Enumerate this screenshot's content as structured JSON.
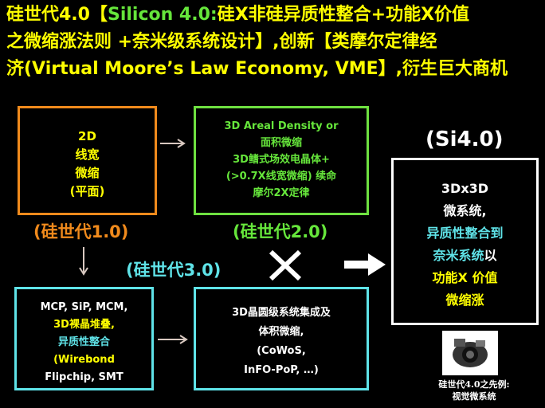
{
  "title": {
    "line1_a": "硅世代4.0【",
    "line1_b": "Silicon 4.0:",
    "line1_c": "硅X非硅异质性整合+功能X价值",
    "line2_a": "之微缩涨法则 +奈米级系统设计】,创新【类摩尔定律经",
    "line3_a": "济(Virtual Moore’s Law Economy, VME】,衍生巨大商机"
  },
  "gen1": {
    "label": "(硅世代1.0)"
  },
  "gen2": {
    "label": "(硅世代2.0)"
  },
  "gen3": {
    "label": "(硅世代3.0)"
  },
  "gen4": {
    "label": "(Si4.0)"
  },
  "box_2d": {
    "lines": [
      "2D",
      "线宽",
      "微缩",
      "(平面)"
    ]
  },
  "box_3d_areal": {
    "lines": [
      "3D Areal Density or",
      "面积微缩",
      "3D鳍式场效电晶体+",
      "(>0.7X线宽微缩) 续命",
      "摩尔2X定律"
    ]
  },
  "box_mcp": {
    "lines": [
      "MCP, SiP, MCM,",
      "3D裸晶堆叠,",
      "异质性整合",
      "(Wirebond",
      "Flipchip, SMT"
    ]
  },
  "box_3d_wafer": {
    "lines": [
      "3D晶圆级系统集成及",
      "体积微缩,",
      "(CoWoS,",
      "InFO-PoP, …)"
    ]
  },
  "box_si4": {
    "line1": "3Dx3D",
    "line2": "微系统,",
    "line3": "异质性整合到",
    "line4a": "奈米系统",
    "line4b": "以",
    "line5": "功能X 价值",
    "line6": "微缩涨"
  },
  "caption": {
    "line1": "硅世代4.0之先例:",
    "line2": "视觉微系统"
  },
  "colors": {
    "yellow": "#ffff00",
    "green": "#66e63b",
    "orange": "#f08a1c",
    "cyan": "#5fe3e8",
    "white": "#ffffff"
  }
}
